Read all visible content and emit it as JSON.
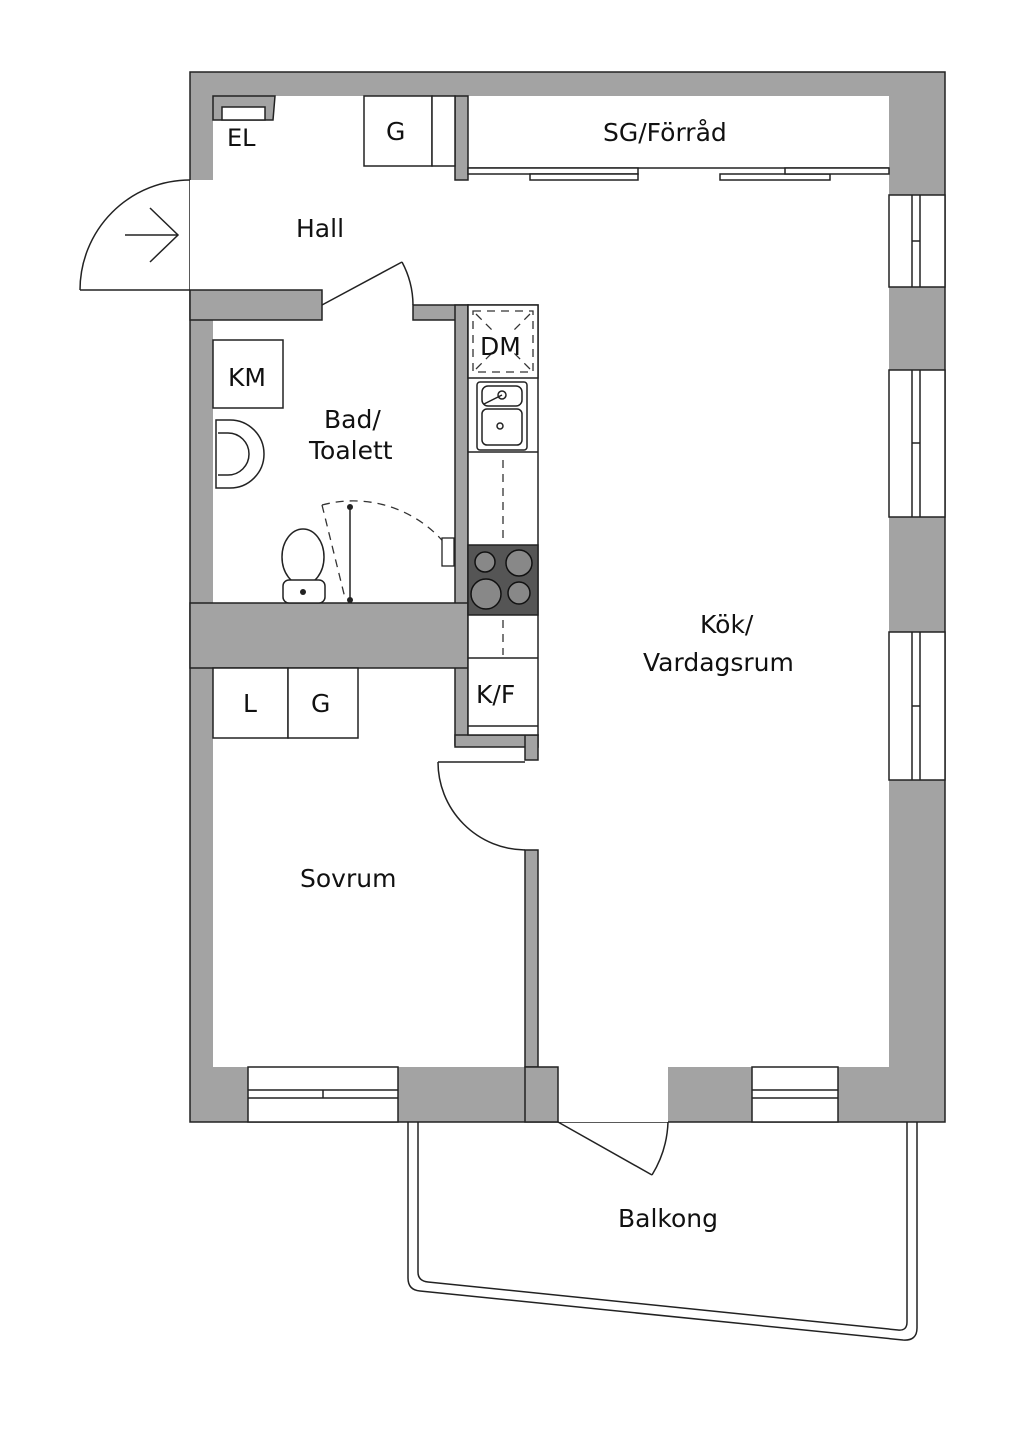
{
  "rooms": {
    "hall": "Hall",
    "el": "EL",
    "g_hall": "G",
    "sg_forrad": "SG/Förråd",
    "km": "KM",
    "bad_line1": "Bad/",
    "bad_line2": "Toalett",
    "dm": "DM",
    "kf": "K/F",
    "kok_line1": "Kök/",
    "kok_line2": "Vardagsrum",
    "l": "L",
    "g_sovrum": "G",
    "sovrum": "Sovrum",
    "balkong": "Balkong"
  },
  "colors": {
    "wall": "#a3a3a3",
    "stove": "#555555",
    "line": "#222222"
  }
}
